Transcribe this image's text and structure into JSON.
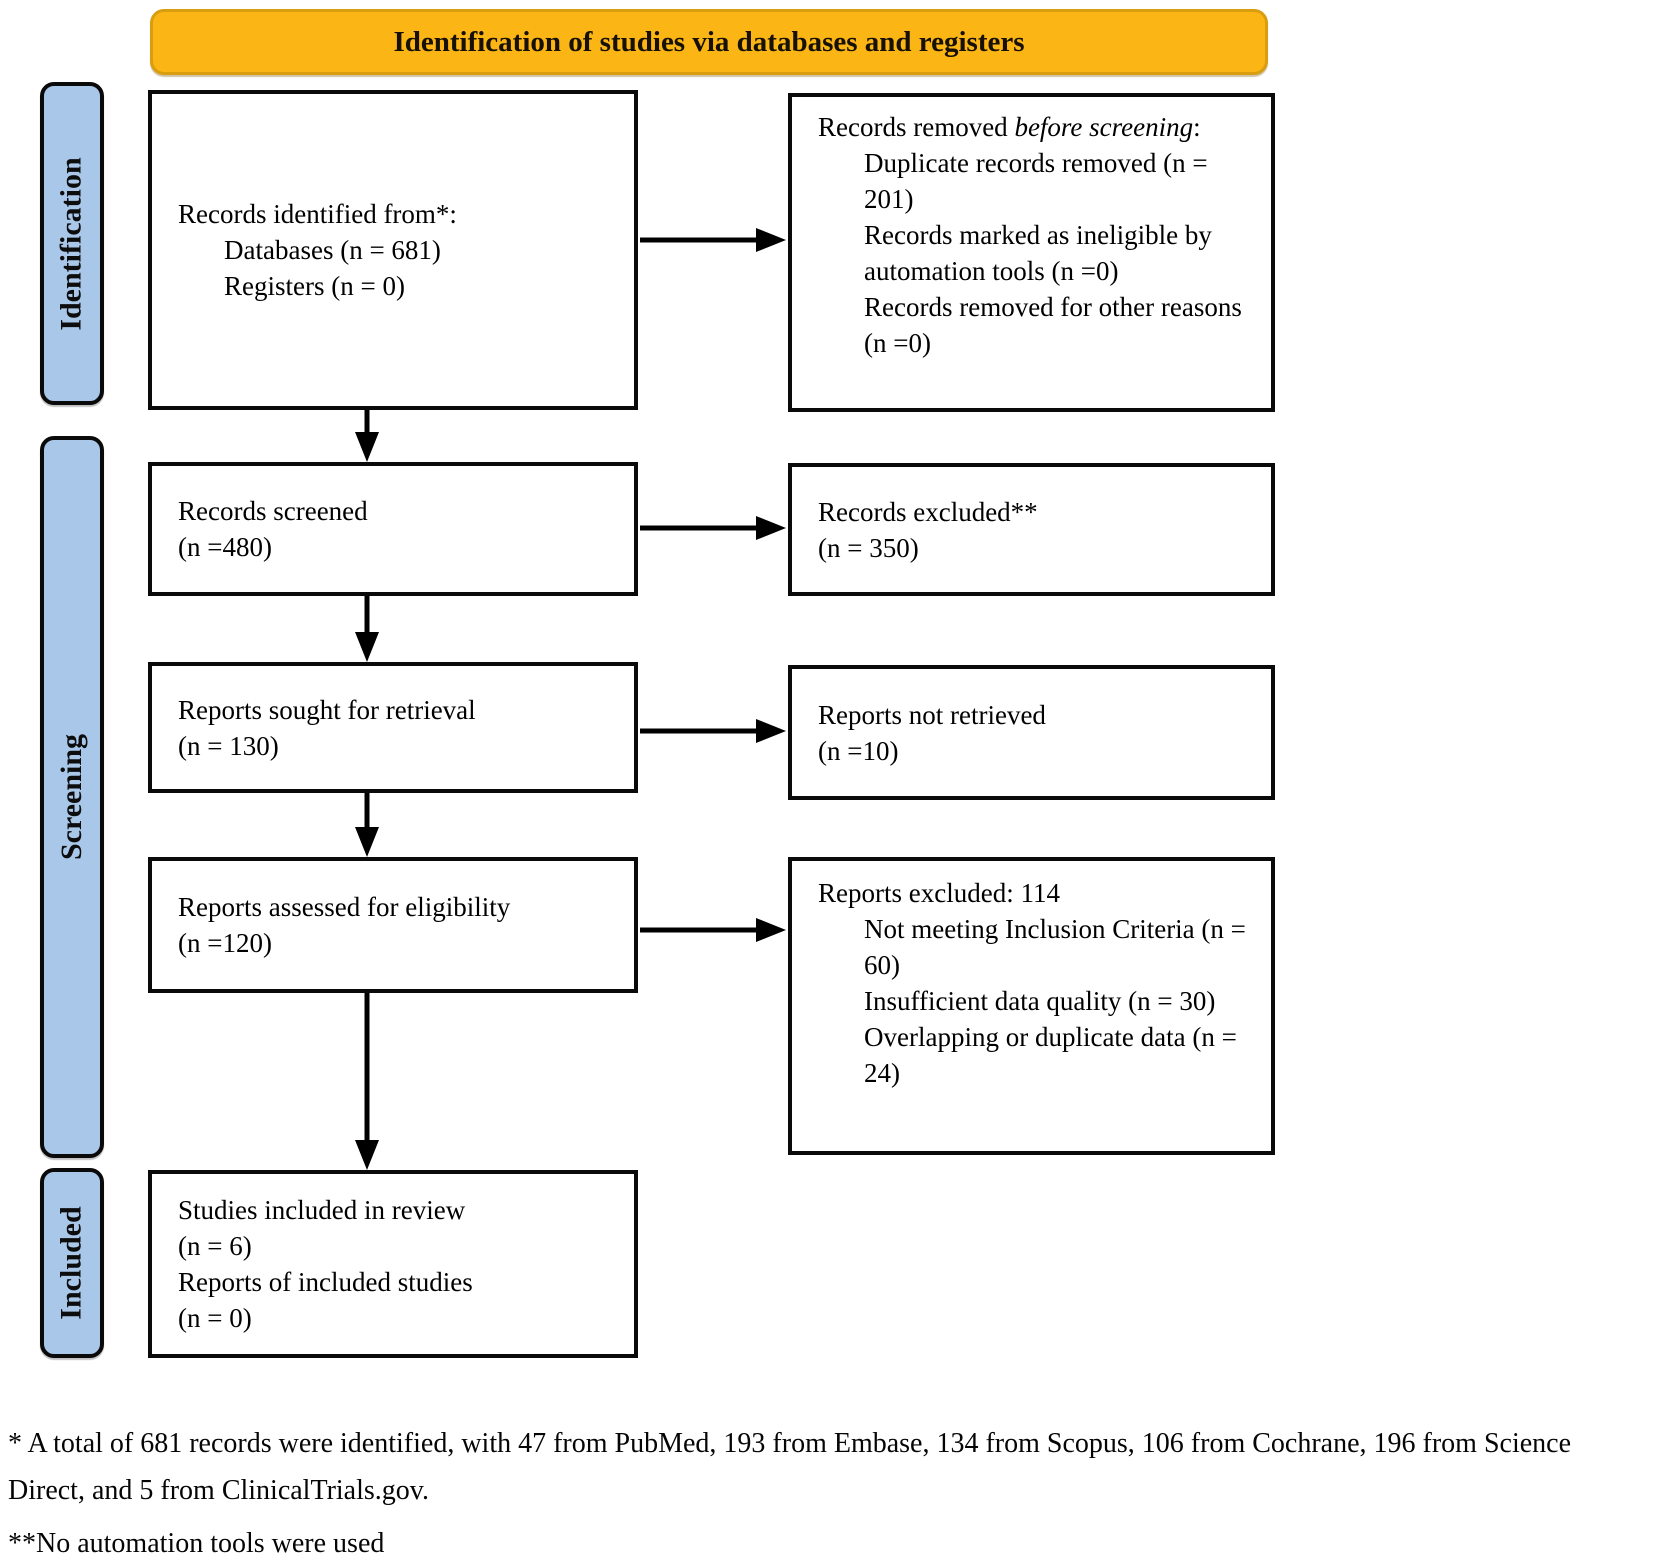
{
  "banner": {
    "label": "Identification of studies via databases and registers"
  },
  "stages": [
    {
      "id": "identification",
      "label": "Identification"
    },
    {
      "id": "screening",
      "label": "Screening"
    },
    {
      "id": "included",
      "label": "Included"
    }
  ],
  "boxes": {
    "identified": {
      "title": "Records identified from*:",
      "items": [
        "Databases (n = 681)",
        "Registers (n = 0)"
      ]
    },
    "removed": {
      "title_prefix": "Records removed ",
      "title_italic": "before screening",
      "title_suffix": ":",
      "items": [
        "Duplicate records removed (n = 201)",
        "Records marked as ineligible by automation tools (n =0)",
        "Records removed for other reasons (n =0)"
      ]
    },
    "screened": {
      "lines": [
        "Records screened",
        "(n =480)"
      ]
    },
    "excluded": {
      "lines": [
        "Records excluded**",
        "(n = 350)"
      ]
    },
    "sought": {
      "lines": [
        "Reports sought for retrieval",
        "(n = 130)"
      ]
    },
    "not_retrieved": {
      "lines": [
        "Reports not retrieved",
        "(n =10)"
      ]
    },
    "assessed": {
      "lines": [
        "Reports assessed for eligibility",
        "(n =120)"
      ]
    },
    "reports_excluded": {
      "title": "Reports excluded: 114",
      "items": [
        "Not meeting Inclusion Criteria (n = 60)",
        "Insufficient data quality (n = 30)",
        "Overlapping or duplicate data (n = 24)"
      ]
    },
    "included_studies": {
      "lines": [
        "Studies included in review",
        "(n = 6)",
        "Reports of included studies",
        "(n = 0)"
      ]
    }
  },
  "footnotes": {
    "first": "* A total of 681 records were identified, with 47 from PubMed, 193 from Embase, 134 from Scopus, 106 from Cochrane, 196 from Science Direct, and 5 from ClinicalTrials.gov.",
    "second": "**No automation tools were used"
  },
  "colors": {
    "banner_fill": "#FBB515",
    "banner_border": "#D89E0F",
    "stage_fill": "#A9C8E9",
    "box_border": "#0A0A0A",
    "box_fill": "#FFFFFF",
    "arrow": "#000000"
  }
}
